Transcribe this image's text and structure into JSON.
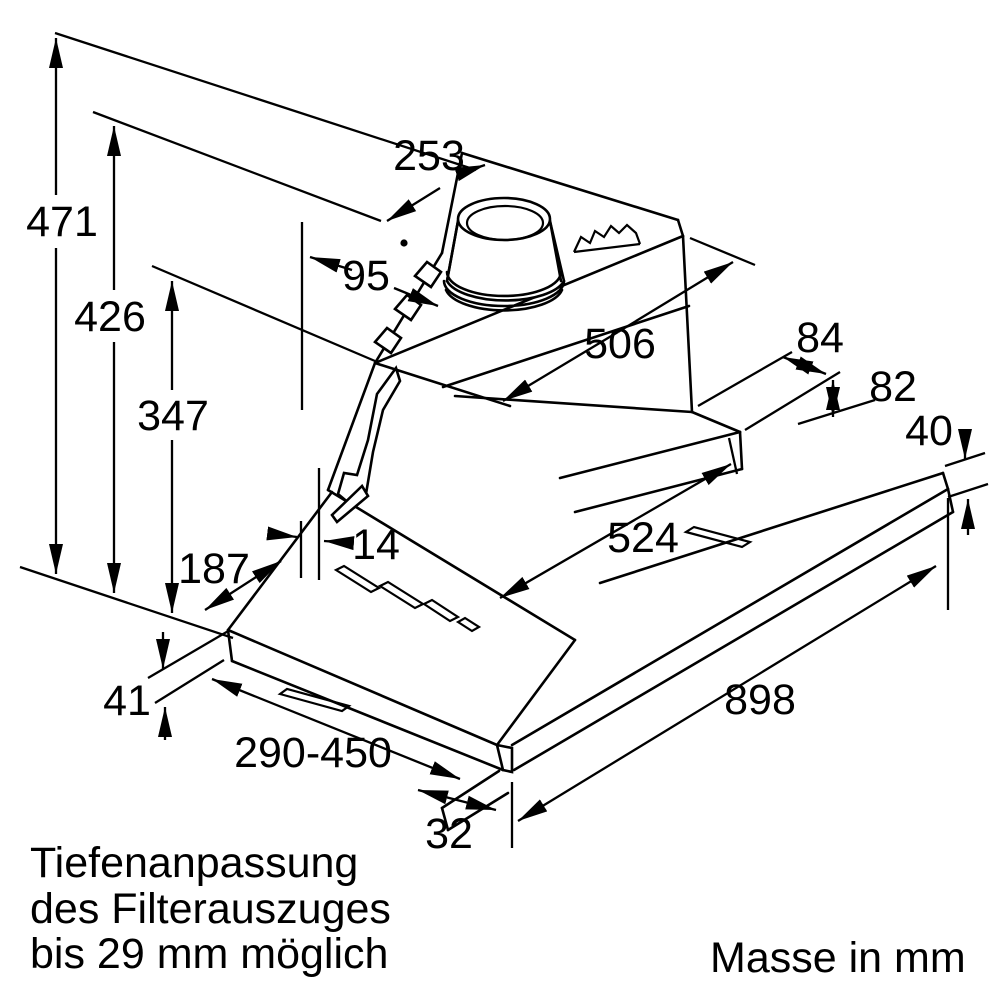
{
  "diagram": {
    "unit_note": "Masse in mm",
    "caption_lines": [
      "Tiefenanpassung",
      "des Filterauszuges",
      "bis 29 mm möglich"
    ],
    "dimensions": {
      "total_height": "471",
      "hood_height": "426",
      "body_height": "347",
      "duct_offset": "253",
      "duct_to_back": "95",
      "body_width": "506",
      "step_depth": "84",
      "step_height": "82",
      "rail_height": "40",
      "chassis_width": "524",
      "filter_gap": "14",
      "pullout_depth": "187",
      "front_height": "41",
      "pullout_range": "290-450",
      "rail_depth": "32",
      "total_width": "898"
    },
    "colors": {
      "line": "#000000",
      "background": "#ffffff"
    }
  }
}
